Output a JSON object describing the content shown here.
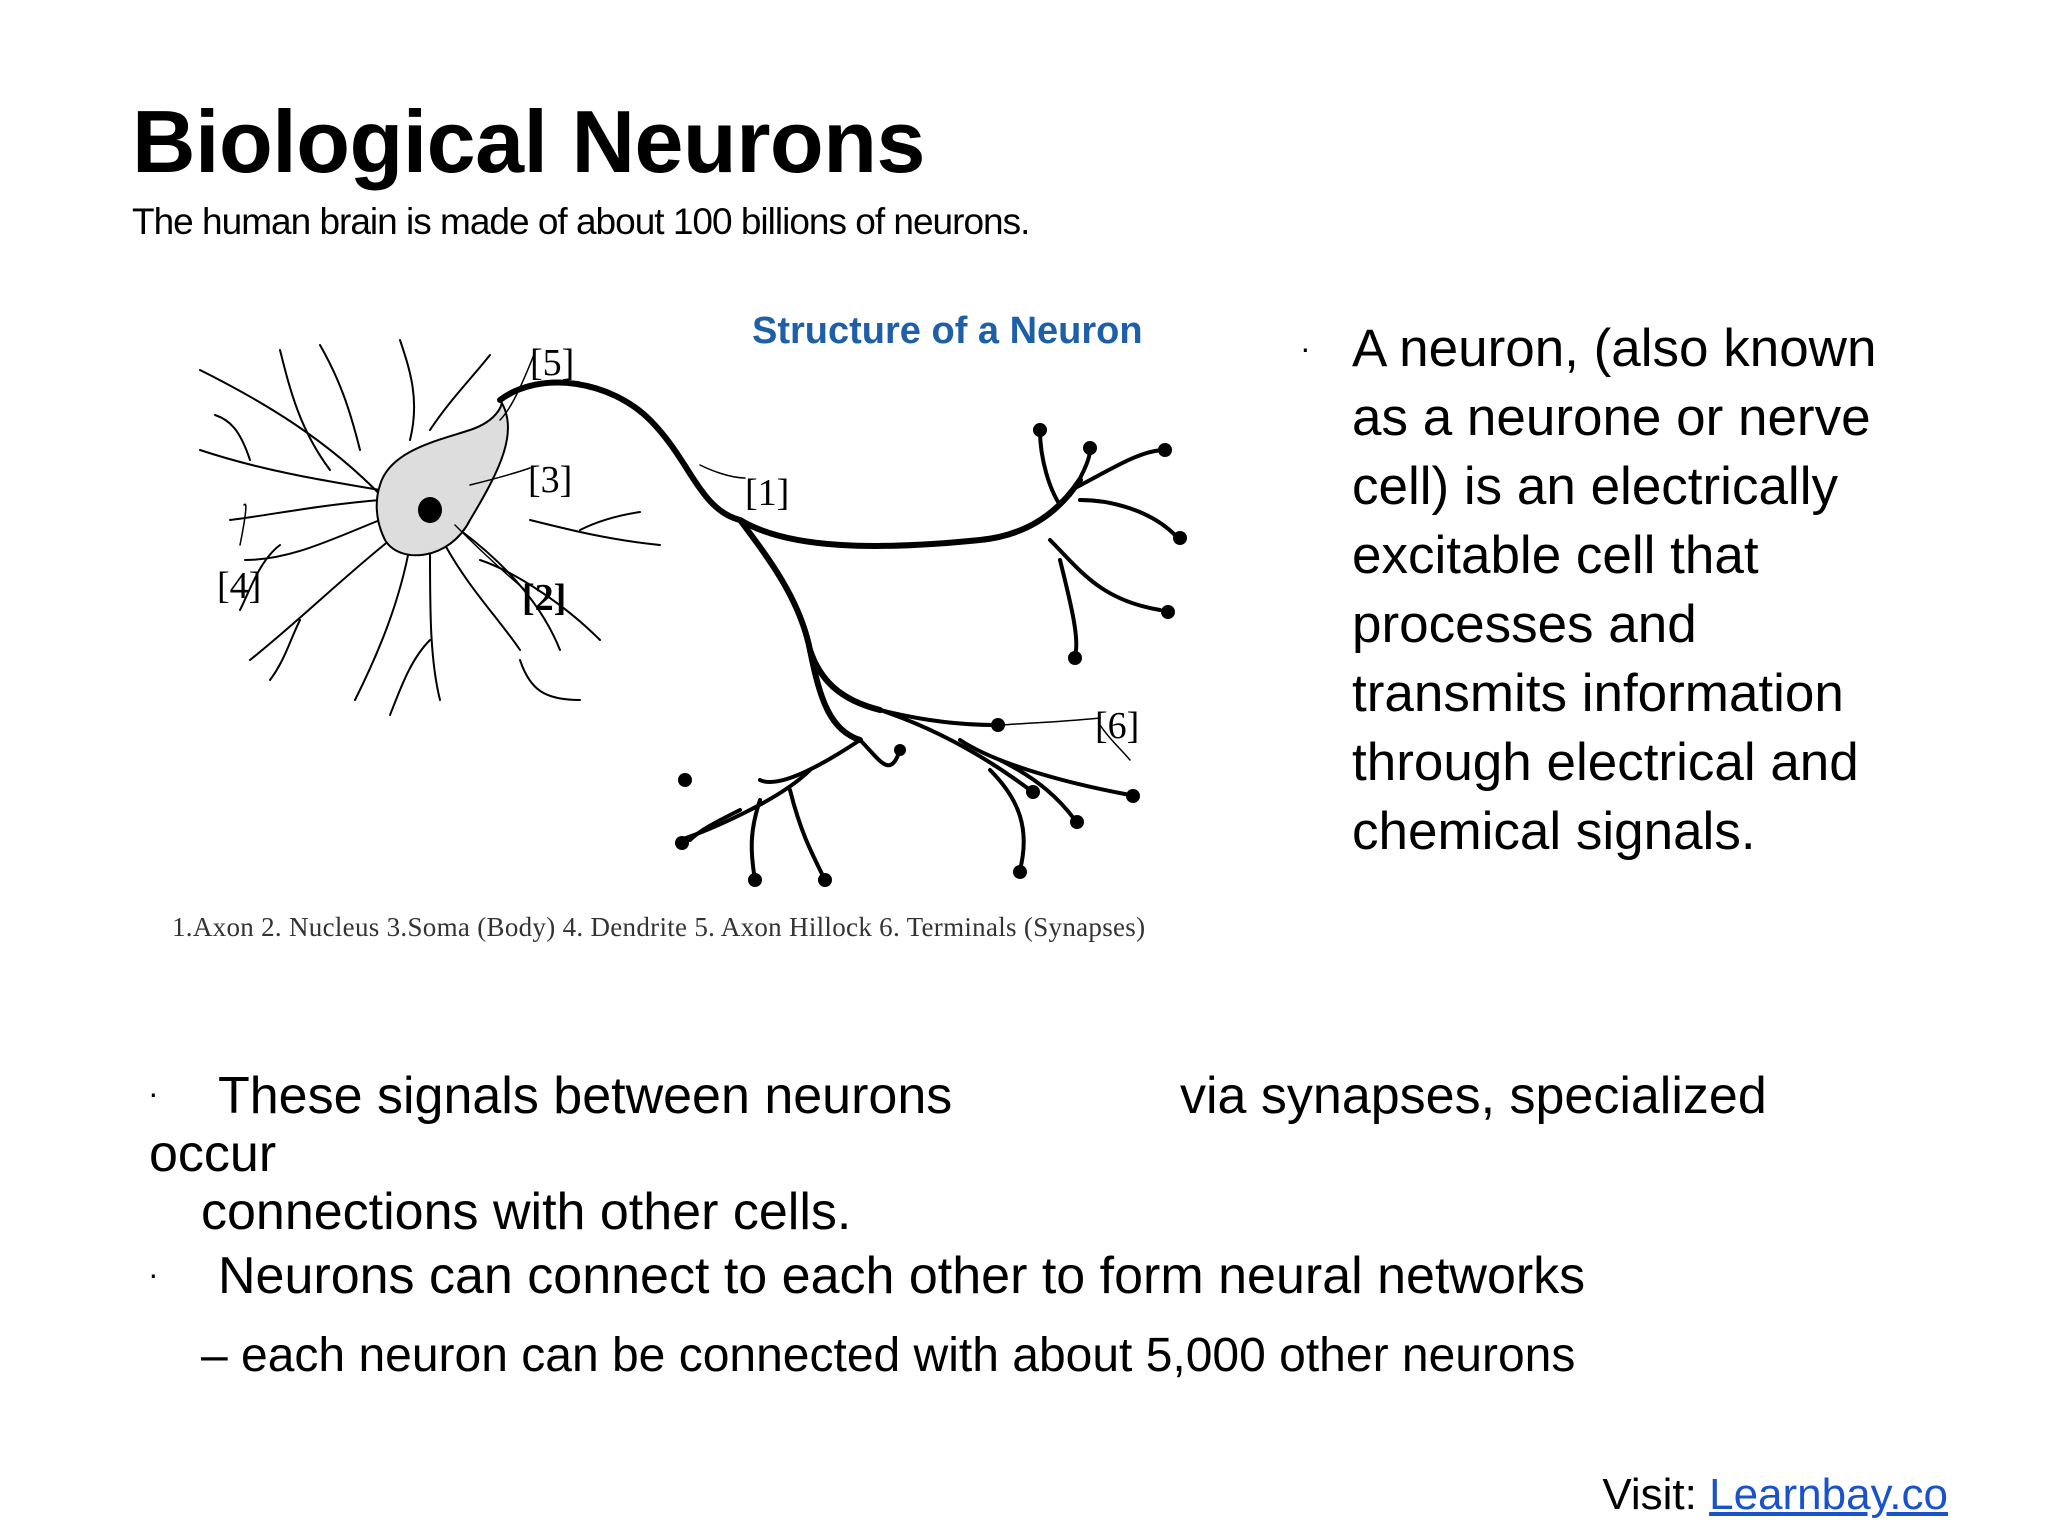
{
  "slide": {
    "title": "Biological Neurons",
    "subtitle": "The human brain is made of about 100 billions of  neurons."
  },
  "diagram": {
    "title": "Structure of a Neuron",
    "labels": {
      "axon": "[1]",
      "nucleus": "[2]",
      "soma": "[3]",
      "dendrite": "[4]",
      "axon_hillock": "[5]",
      "terminals": "[6]"
    },
    "legend": "1.Axon  2. Nucleus  3.Soma (Body)  4. Dendrite  5. Axon Hillock  6. Terminals (Synapses)"
  },
  "right_bullet": {
    "bullet": "·",
    "lines": [
      "A neuron, (also known",
      "as a neurone or nerve",
      "cell) is an electrically",
      "excitable cell that",
      "processes and",
      "transmits information",
      "through electrical and",
      "chemical signals."
    ]
  },
  "bottom_bullets": {
    "bullet": "·",
    "item1_part1": "These signals between neurons",
    "item1_part2": "via synapses, specialized",
    "item1_occur": "occur",
    "item1_line2": "connections with other cells.",
    "item2": "Neurons can connect to each other to form neural networks",
    "item2_sub": "– each neuron can be connected with about 5,000 other neurons"
  },
  "footer": {
    "visit_label": "Visit: ",
    "link_text": "Learnbay.co",
    "link_color": "#1a53c9"
  },
  "colors": {
    "diagram_title": "#1f5fa8",
    "soma_fill": "#dddddd"
  }
}
